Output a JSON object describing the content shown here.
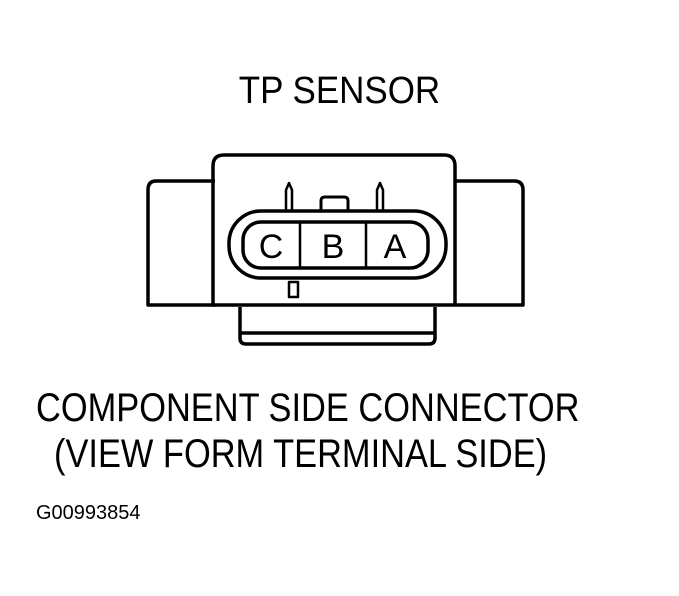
{
  "title": "TP SENSOR",
  "connector": {
    "terminals": [
      {
        "label": "C"
      },
      {
        "label": "B"
      },
      {
        "label": "A"
      }
    ]
  },
  "caption": {
    "line1": "COMPONENT SIDE CONNECTOR",
    "line2": "(VIEW FORM TERMINAL SIDE)"
  },
  "figure_code": "G00993854",
  "colors": {
    "line": "#000000",
    "background": "#ffffff"
  }
}
